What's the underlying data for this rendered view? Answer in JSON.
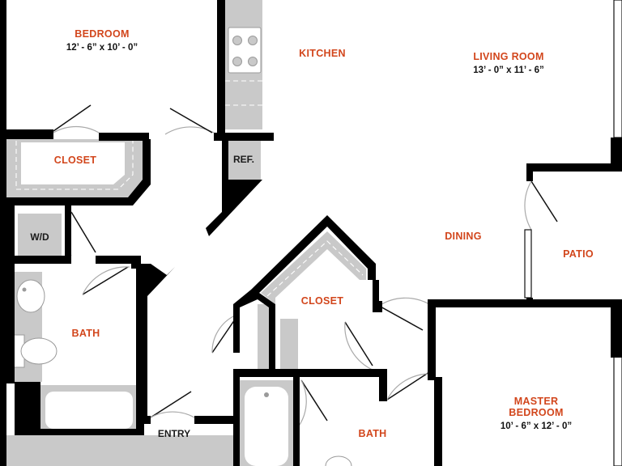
{
  "rooms": {
    "bedroom": {
      "label": "BEDROOM",
      "dimensions": "12’ - 6” x 10’ - 0”"
    },
    "kitchen": {
      "label": "KITCHEN"
    },
    "living_room": {
      "label": "LIVING ROOM",
      "dimensions": "13’ - 0” x 11’ - 6”"
    },
    "closet_1": {
      "label": "CLOSET"
    },
    "ref": {
      "label": "REF."
    },
    "wd": {
      "label": "W/D"
    },
    "dining": {
      "label": "DINING"
    },
    "patio": {
      "label": "PATIO"
    },
    "bath_1": {
      "label": "BATH"
    },
    "closet_2": {
      "label": "CLOSET"
    },
    "entry": {
      "label": "ENTRY"
    },
    "bath_2": {
      "label": "BATH"
    },
    "master_bedroom": {
      "label_line1": "MASTER",
      "label_line2": "BEDROOM",
      "dimensions": "10’ - 6” x 12’ - 0”"
    }
  },
  "colors": {
    "room_label": "#d2461c",
    "wall": "#000000",
    "fixture_gray": "#c9c9c9",
    "background": "#ffffff"
  }
}
